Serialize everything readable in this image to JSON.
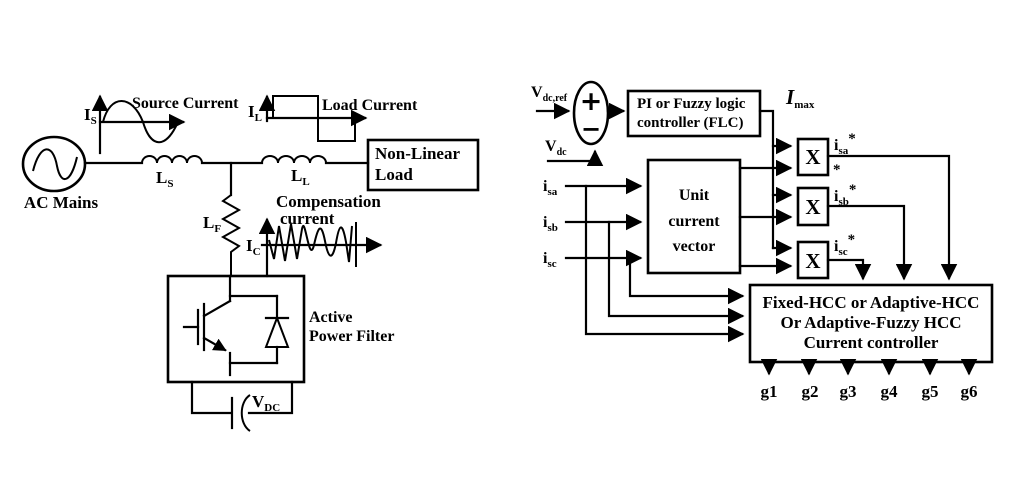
{
  "figure": {
    "colors": {
      "ink": "#000000",
      "background": "#ffffff"
    },
    "left": {
      "ac_mains": "AC Mains",
      "is": {
        "sym": "I",
        "sub": "S"
      },
      "source_current": "Source Current",
      "il": {
        "sym": "I",
        "sub": "L"
      },
      "load_current": "Load Current",
      "ic": {
        "sym": "I",
        "sub": "C"
      },
      "compensation_line1": "Compensation",
      "compensation_line2": "current",
      "ls": {
        "sym": "L",
        "sub": "S"
      },
      "ll": {
        "sym": "L",
        "sub": "L"
      },
      "lf": {
        "sym": "L",
        "sub": "F"
      },
      "nonlinear_line1": "Non-Linear",
      "nonlinear_line2": "Load",
      "apf_line1": "Active",
      "apf_line2": "Power Filter",
      "vdc": {
        "sym": "V",
        "sub": "DC"
      }
    },
    "right": {
      "vdcref": {
        "sym": "V",
        "sub": "dc,ref"
      },
      "vdc": {
        "sym": "V",
        "sub": "dc"
      },
      "plus": "+",
      "minus": "−",
      "pi_line1": "PI or Fuzzy logic",
      "pi_line2": "controller (FLC)",
      "imax": {
        "sym": "I",
        "sub": "max"
      },
      "unit_line1": "Unit",
      "unit_line2": "current",
      "unit_line3": "vector",
      "mult": "X",
      "isa": {
        "sym": "i",
        "sub": "sa"
      },
      "isb": {
        "sym": "i",
        "sub": "sb"
      },
      "isc": {
        "sym": "i",
        "sub": "sc"
      },
      "isa_ref": {
        "sym": "i",
        "sub": "sa",
        "sup": "*"
      },
      "isb_ref": {
        "sym": "i",
        "sub": "sb",
        "sup": "*"
      },
      "isc_ref": {
        "sym": "i",
        "sub": "sc",
        "sup": "*"
      },
      "stray_star": "*",
      "hcc_line1": "Fixed-HCC or Adaptive-HCC",
      "hcc_line2": "Or Adaptive-Fuzzy HCC",
      "hcc_line3": "Current controller",
      "gates": [
        "g1",
        "g2",
        "g3",
        "g4",
        "g5",
        "g6"
      ]
    }
  }
}
